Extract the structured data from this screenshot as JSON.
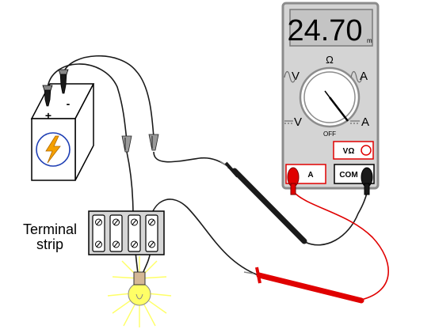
{
  "meter": {
    "display": "24.70",
    "unit": "m",
    "dial_labels": {
      "ohm": "Ω",
      "vac": "V",
      "aac": "A",
      "vdc": "V",
      "adc": "A",
      "off": "OFF"
    },
    "jacks": {
      "amp": "A",
      "com": "COM",
      "volt_ohm": "VΩ"
    },
    "selected_range": "A (DC)"
  },
  "battery": {
    "pos": "+",
    "neg": "-"
  },
  "terminal_strip": {
    "label_line1": "Terminal",
    "label_line2": "strip"
  },
  "colors": {
    "meter_body": "#d4d4d4",
    "lcd": "#c4c4c4",
    "jack_red": "#e00000",
    "probe_red": "#e00000",
    "probe_black": "#1a1a1a",
    "lamp_glow": "#ffff66",
    "bolt": "#f5a000",
    "bolt_ring": "#1f3fb4"
  },
  "icons": [
    "lightning-bolt-icon",
    "lamp-icon",
    "alligator-clip-icon",
    "test-probe-icon"
  ]
}
